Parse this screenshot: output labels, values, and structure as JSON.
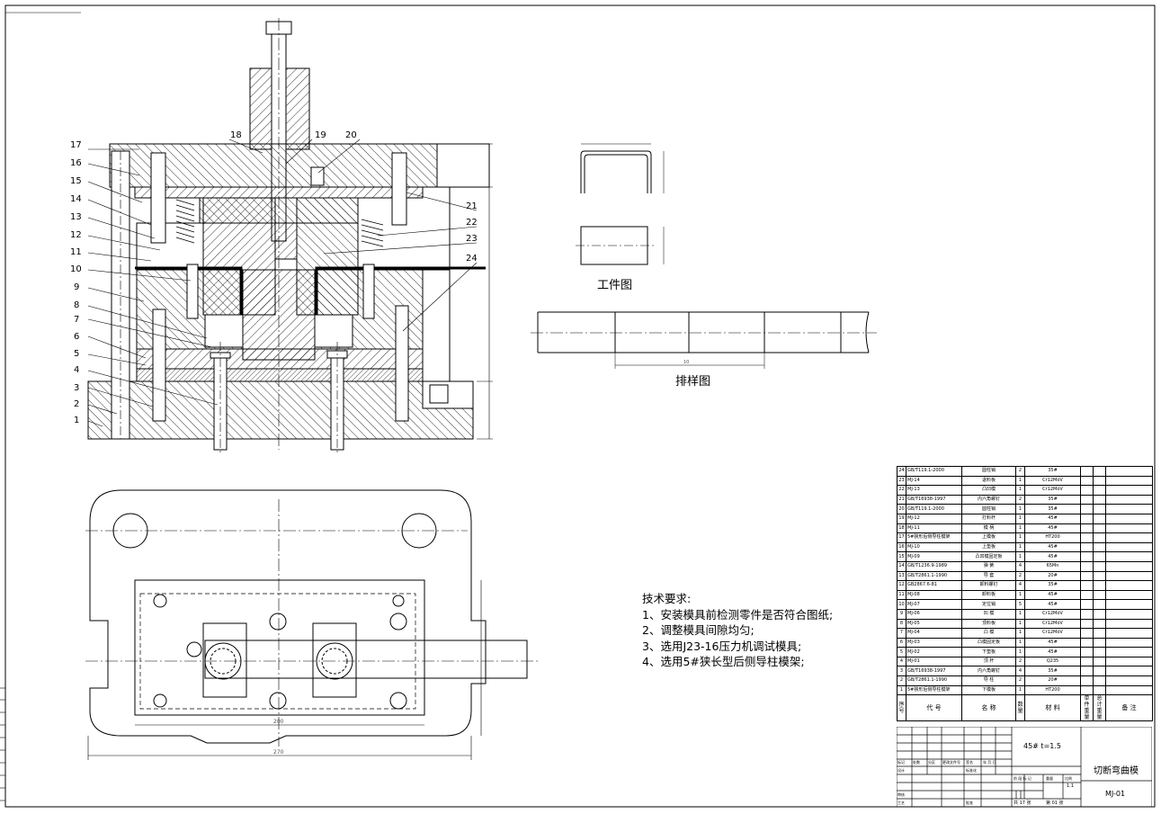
{
  "workpiece_caption": "工件图",
  "layout_caption": "排样图",
  "dims": {
    "bottom_width": "270",
    "plate_width": "200",
    "strip_pitch": "10"
  },
  "part_numbers": [
    "1",
    "2",
    "3",
    "4",
    "5",
    "6",
    "7",
    "8",
    "9",
    "10",
    "11",
    "12",
    "13",
    "14",
    "15",
    "16",
    "17",
    "18",
    "19",
    "20",
    "21",
    "22",
    "23",
    "24"
  ],
  "requirements": {
    "title": "技术要求:",
    "items": [
      "1、安装模具前检测零件是否符合图纸;",
      "2、调整模具间隙均匀;",
      "3、选用J23-16压力机调试模具;",
      "4、选用5#狭长型后侧导柱模架;"
    ]
  },
  "bom": {
    "rows": [
      {
        "no": "24",
        "code": "GB/T119.1-2000",
        "name": "圆柱销",
        "qty": "2",
        "material": "35#"
      },
      {
        "no": "23",
        "code": "MJ-14",
        "name": "退料板",
        "qty": "1",
        "material": "Cr12MoV"
      },
      {
        "no": "22",
        "code": "MJ-13",
        "name": "凸凹模",
        "qty": "1",
        "material": "Cr12MoV"
      },
      {
        "no": "21",
        "code": "GB/T16938-1997",
        "name": "内六角螺钉",
        "qty": "2",
        "material": "35#"
      },
      {
        "no": "20",
        "code": "GB/T119.1-2000",
        "name": "圆柱销",
        "qty": "1",
        "material": "35#"
      },
      {
        "no": "19",
        "code": "MJ-12",
        "name": "打料杆",
        "qty": "1",
        "material": "45#"
      },
      {
        "no": "18",
        "code": "MJ-11",
        "name": "模 柄",
        "qty": "1",
        "material": "45#"
      },
      {
        "no": "17",
        "code": "5#狭形后侧导柱模架",
        "name": "上模板",
        "qty": "1",
        "material": "HT200"
      },
      {
        "no": "16",
        "code": "MJ-10",
        "name": "上垫板",
        "qty": "1",
        "material": "45#"
      },
      {
        "no": "15",
        "code": "MJ-09",
        "name": "凸凹模固定板",
        "qty": "1",
        "material": "45#"
      },
      {
        "no": "14",
        "code": "GB/T1236.9-1989",
        "name": "弹 簧",
        "qty": "4",
        "material": "65Mn"
      },
      {
        "no": "13",
        "code": "GB/T2861.1-1990",
        "name": "导 套",
        "qty": "2",
        "material": "20#"
      },
      {
        "no": "12",
        "code": "GB2867.6-81",
        "name": "卸料螺钉",
        "qty": "4",
        "material": "35#"
      },
      {
        "no": "11",
        "code": "MJ-08",
        "name": "卸料板",
        "qty": "1",
        "material": "45#"
      },
      {
        "no": "10",
        "code": "MJ-07",
        "name": "定位销",
        "qty": "5",
        "material": "45#"
      },
      {
        "no": "9",
        "code": "MJ-06",
        "name": "凹 模",
        "qty": "1",
        "material": "Cr12MoV"
      },
      {
        "no": "8",
        "code": "MJ-05",
        "name": "顶料板",
        "qty": "1",
        "material": "Cr12MoV"
      },
      {
        "no": "7",
        "code": "MJ-04",
        "name": "凸 模",
        "qty": "1",
        "material": "Cr12MoV"
      },
      {
        "no": "6",
        "code": "MJ-03",
        "name": "凸模固定板",
        "qty": "1",
        "material": "45#"
      },
      {
        "no": "5",
        "code": "MJ-02",
        "name": "下垫板",
        "qty": "1",
        "material": "45#"
      },
      {
        "no": "4",
        "code": "MJ-01",
        "name": "顶 杆",
        "qty": "2",
        "material": "Q235"
      },
      {
        "no": "3",
        "code": "GB/T16938-1997",
        "name": "内六角螺钉",
        "qty": "4",
        "material": "35#"
      },
      {
        "no": "2",
        "code": "GB/T2861.1-1990",
        "name": "导 柱",
        "qty": "2",
        "material": "20#"
      },
      {
        "no": "1",
        "code": "5#狭形后侧导柱模架",
        "name": "下模板",
        "qty": "1",
        "material": "HT200"
      }
    ],
    "header": {
      "no": "序号",
      "code": "代 号",
      "name": "名 称",
      "qty": "数量",
      "material": "材 料",
      "unit_weight": "单件重量",
      "total_weight": "总计重量",
      "remark": "备 注"
    }
  },
  "title_block": {
    "material": "45#  t=1.5",
    "drawing_name": "切断弯曲模",
    "drawing_no": "MJ-01",
    "scale": "1:1",
    "sheets": "共 17 张",
    "sheet_no": "第 01 张",
    "rev_labels": [
      "标记",
      "处数",
      "分区",
      "更改文件号",
      "签名",
      "年 月 日"
    ],
    "roles": [
      "设计",
      "审核",
      "工艺"
    ],
    "std_labels": [
      "标准化",
      "",
      "批准"
    ],
    "cols": [
      "阶 段 标 记",
      "重量",
      "比例"
    ]
  }
}
